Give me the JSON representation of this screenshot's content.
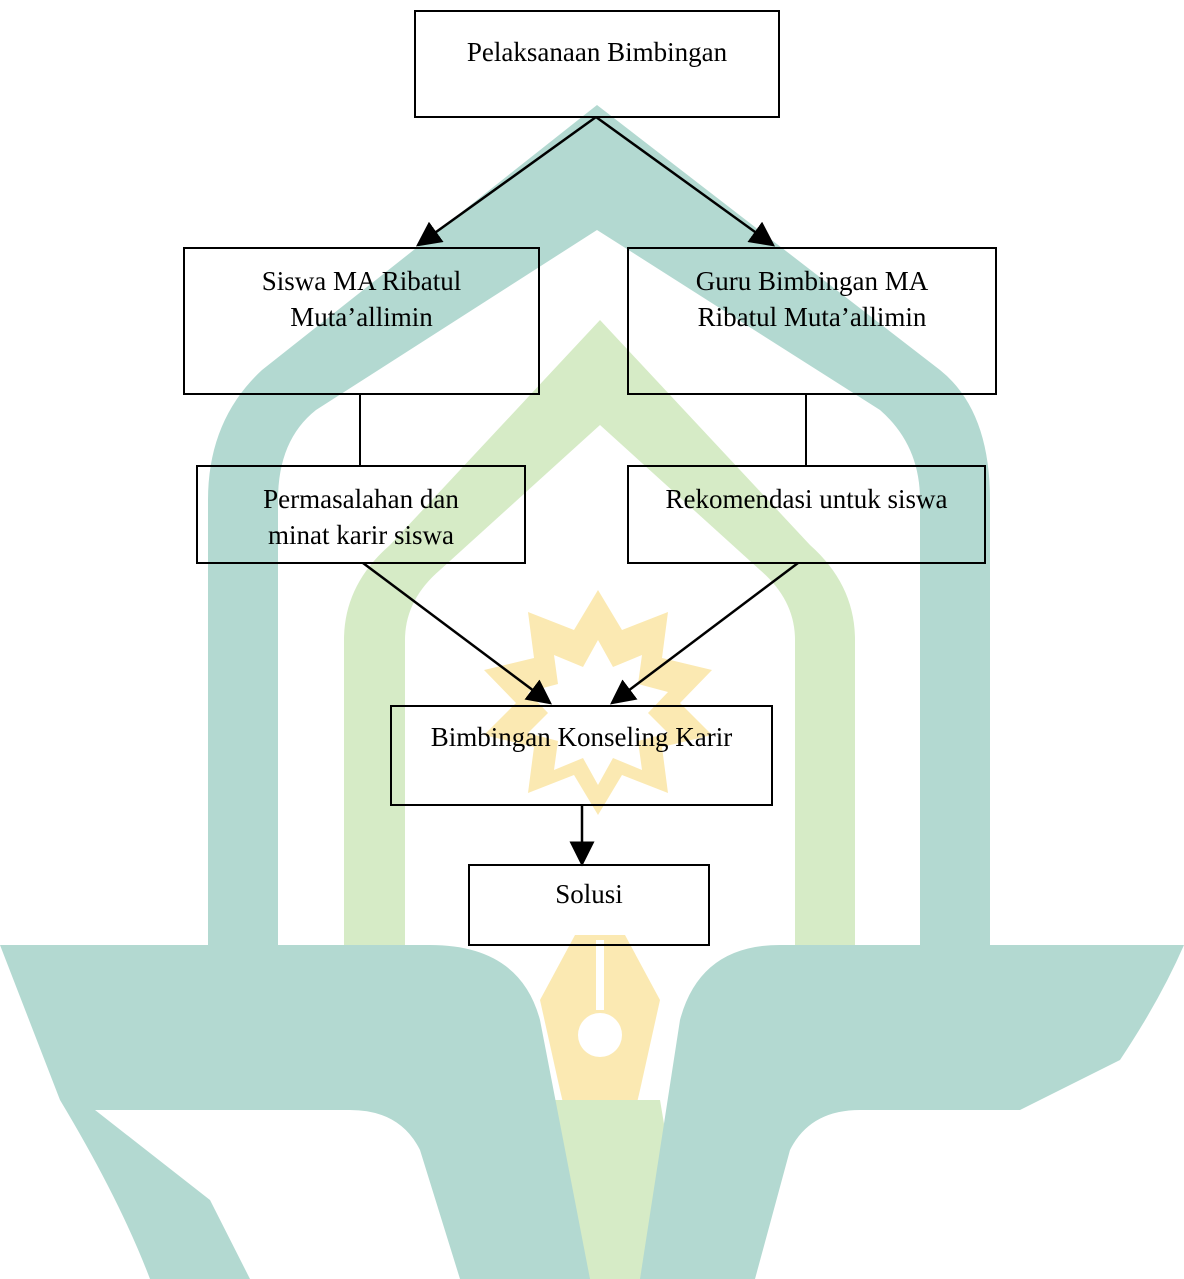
{
  "diagram": {
    "nodes": {
      "top": "Pelaksanaan Bimbingan",
      "left1_line1": "Siswa MA Ribatul",
      "left1_line2": "Muta’allimin",
      "right1_line1": "Guru Bimbingan MA",
      "right1_line2": "Ribatul Muta’allimin",
      "left2_line1": "Permasalahan dan",
      "left2_line2": "minat karir siswa",
      "right2": "Rekomendasi untuk siswa",
      "middle": "Bimbingan Konseling Karir",
      "bottom": "Solusi"
    },
    "edges": [
      {
        "from": "top",
        "to": "left1",
        "arrow": true
      },
      {
        "from": "top",
        "to": "right1",
        "arrow": true
      },
      {
        "from": "left1",
        "to": "left2",
        "arrow": false
      },
      {
        "from": "right1",
        "to": "right2",
        "arrow": false
      },
      {
        "from": "left2",
        "to": "middle",
        "arrow": true
      },
      {
        "from": "right2",
        "to": "middle",
        "arrow": true
      },
      {
        "from": "middle",
        "to": "bottom",
        "arrow": true
      }
    ]
  },
  "colors": {
    "watermark_teal": "#b3d9d1",
    "watermark_green": "#d6ebc6",
    "watermark_yellow": "#fbe9b2",
    "line": "#000000"
  },
  "watermark": {
    "type": "university logo"
  }
}
